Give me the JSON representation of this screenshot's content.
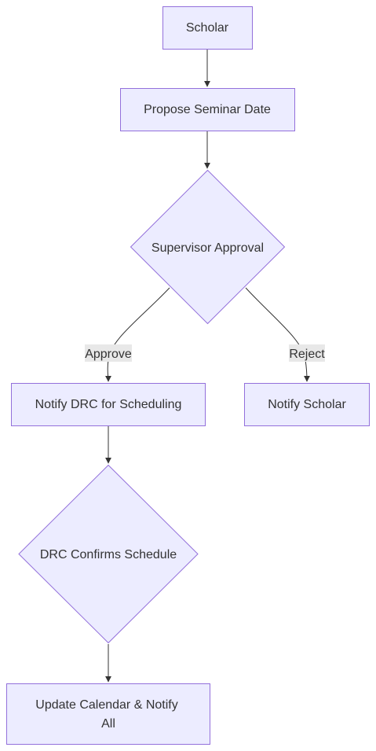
{
  "diagram": {
    "colors": {
      "node_fill": "#ECECFF",
      "node_stroke": "#9370DB",
      "edge_stroke": "#333333",
      "label_bg": "#E8E8E8",
      "text": "#333333"
    },
    "nodes": {
      "scholar": {
        "label": "Scholar",
        "shape": "rect"
      },
      "propose": {
        "label": "Propose Seminar Date",
        "shape": "rect"
      },
      "supervisor": {
        "label": "Supervisor Approval",
        "shape": "diamond"
      },
      "notify_drc": {
        "label": "Notify DRC for Scheduling",
        "shape": "rect"
      },
      "notify_scholar": {
        "label": "Notify Scholar",
        "shape": "rect"
      },
      "drc_confirms": {
        "label": "DRC Confirms Schedule",
        "shape": "diamond"
      },
      "update": {
        "label_line1": "Update Calendar & Notify",
        "label_line2": "All",
        "shape": "rect"
      }
    },
    "edges": [
      {
        "from": "scholar",
        "to": "propose",
        "label": ""
      },
      {
        "from": "propose",
        "to": "supervisor",
        "label": ""
      },
      {
        "from": "supervisor",
        "to": "notify_drc",
        "label": "Approve"
      },
      {
        "from": "supervisor",
        "to": "notify_scholar",
        "label": "Reject"
      },
      {
        "from": "notify_drc",
        "to": "drc_confirms",
        "label": ""
      },
      {
        "from": "drc_confirms",
        "to": "update",
        "label": ""
      }
    ],
    "edge_labels": {
      "approve": "Approve",
      "reject": "Reject"
    }
  }
}
